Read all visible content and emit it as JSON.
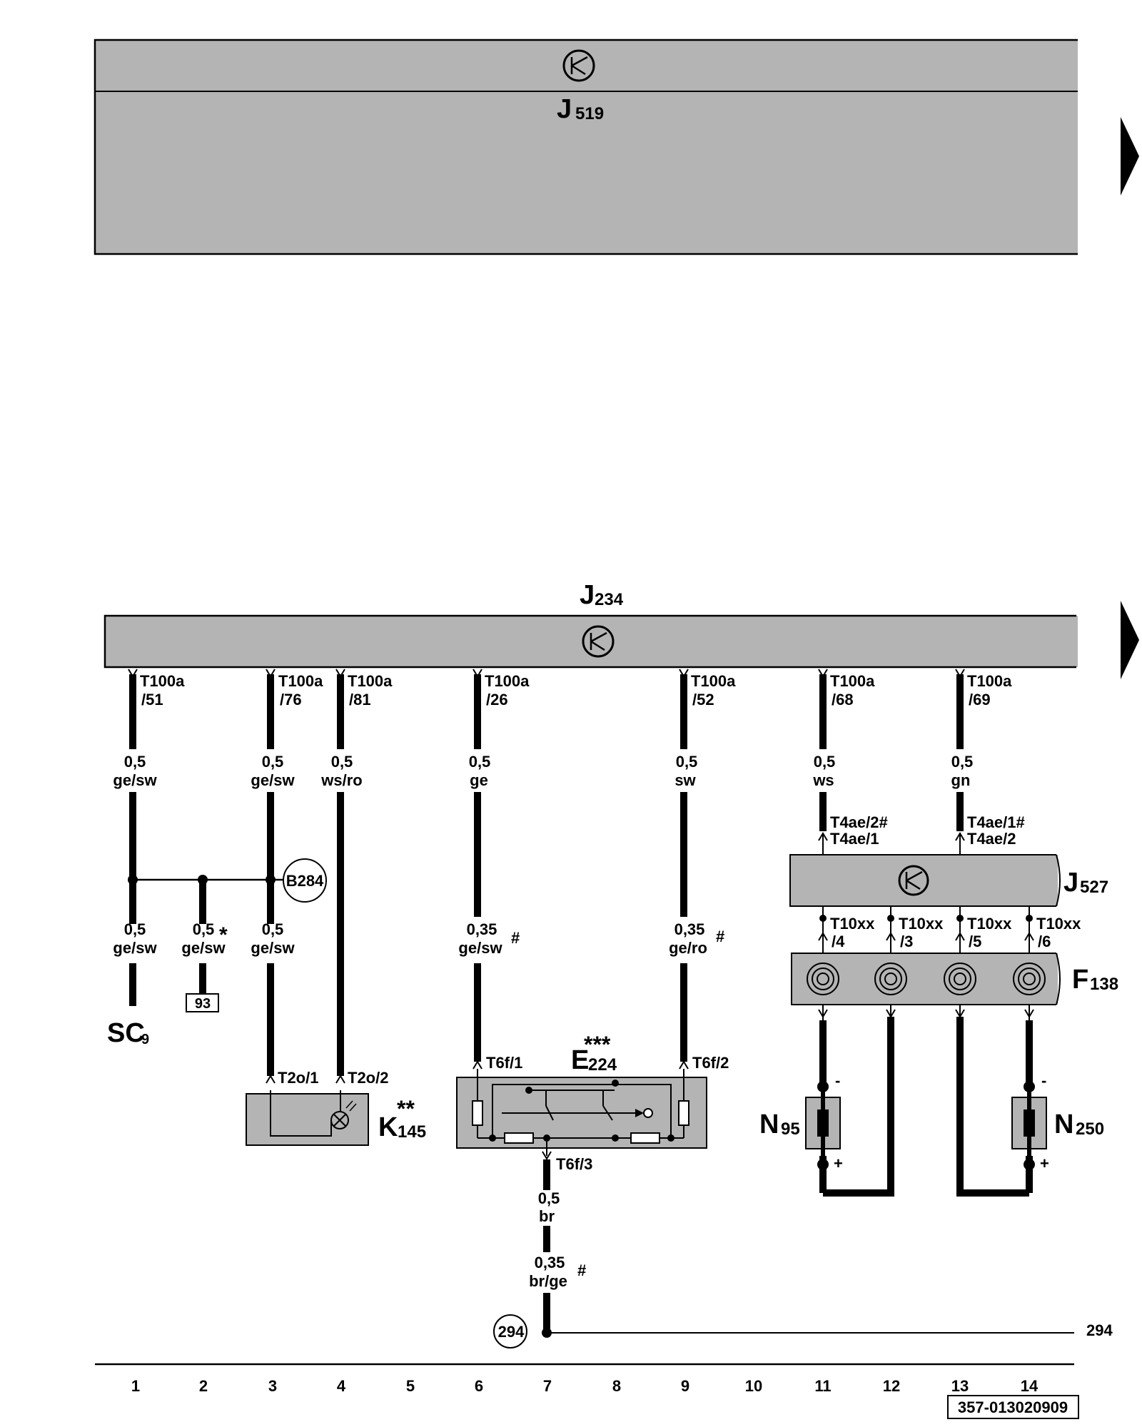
{
  "modules": {
    "j519": {
      "letter": "J",
      "number": "519"
    },
    "j234": {
      "letter": "J",
      "number": "234"
    },
    "j527": {
      "letter": "J",
      "number": "527"
    },
    "f138": {
      "letter": "F",
      "number": "138"
    }
  },
  "connectors_top": [
    {
      "line1": "T100a",
      "line2": "/51"
    },
    {
      "line1": "T100a",
      "line2": "/76"
    },
    {
      "line1": "T100a",
      "line2": "/81"
    },
    {
      "line1": "T100a",
      "line2": "/26"
    },
    {
      "line1": "T100a",
      "line2": "/52"
    },
    {
      "line1": "T100a",
      "line2": "/68"
    },
    {
      "line1": "T100a",
      "line2": "/69"
    }
  ],
  "wires_upper": [
    {
      "size": "0,5",
      "color": "ge/sw"
    },
    {
      "size": "0,5",
      "color": "ge/sw"
    },
    {
      "size": "0,5",
      "color": "ws/ro"
    },
    {
      "size": "0,5",
      "color": "ge"
    },
    {
      "size": "0,5",
      "color": "sw"
    },
    {
      "size": "0,5",
      "color": "ws"
    },
    {
      "size": "0,5",
      "color": "gn"
    }
  ],
  "wires_lower": [
    {
      "size": "0,5",
      "color": "ge/sw"
    },
    {
      "size": "0,5",
      "color": "ge/sw",
      "mark": "*"
    },
    {
      "size": "0,5",
      "color": "ge/sw"
    },
    {
      "size": "0,35",
      "color": "ge/sw",
      "mark": "#"
    },
    {
      "size": "0,35",
      "color": "ge/ro",
      "mark": "#"
    }
  ],
  "t4ae": [
    {
      "line1": "T4ae/2#",
      "line2": "T4ae/1"
    },
    {
      "line1": "T4ae/1#",
      "line2": "T4ae/2"
    }
  ],
  "t10xx": [
    {
      "line1": "T10xx",
      "line2": "/4"
    },
    {
      "line1": "T10xx",
      "line2": "/3"
    },
    {
      "line1": "T10xx",
      "line2": "/5"
    },
    {
      "line1": "T10xx",
      "line2": "/6"
    }
  ],
  "junction_b284": "B284",
  "ref_box_93": "93",
  "sc9": {
    "letter": "SC",
    "number": "9"
  },
  "k145": {
    "letter": "K",
    "number": "145",
    "mark": "**",
    "pin1": "T2o/1",
    "pin2": "T2o/2"
  },
  "e224": {
    "letter": "E",
    "number": "224",
    "mark": "***",
    "pin1": "T6f/1",
    "pin2": "T6f/2",
    "pin3": "T6f/3"
  },
  "n95": {
    "letter": "N",
    "number": "95"
  },
  "n250": {
    "letter": "N",
    "number": "250"
  },
  "polarity": {
    "minus": "-",
    "plus": "+"
  },
  "ground_wire": [
    {
      "size": "0,5",
      "color": "br"
    },
    {
      "size": "0,35",
      "color": "br/ge",
      "mark": "#"
    }
  ],
  "ground_point": "294",
  "ground_ref": "294",
  "column_numbers": [
    "1",
    "2",
    "3",
    "4",
    "5",
    "6",
    "7",
    "8",
    "9",
    "10",
    "11",
    "12",
    "13",
    "14"
  ],
  "doc_number": "357-013020909"
}
